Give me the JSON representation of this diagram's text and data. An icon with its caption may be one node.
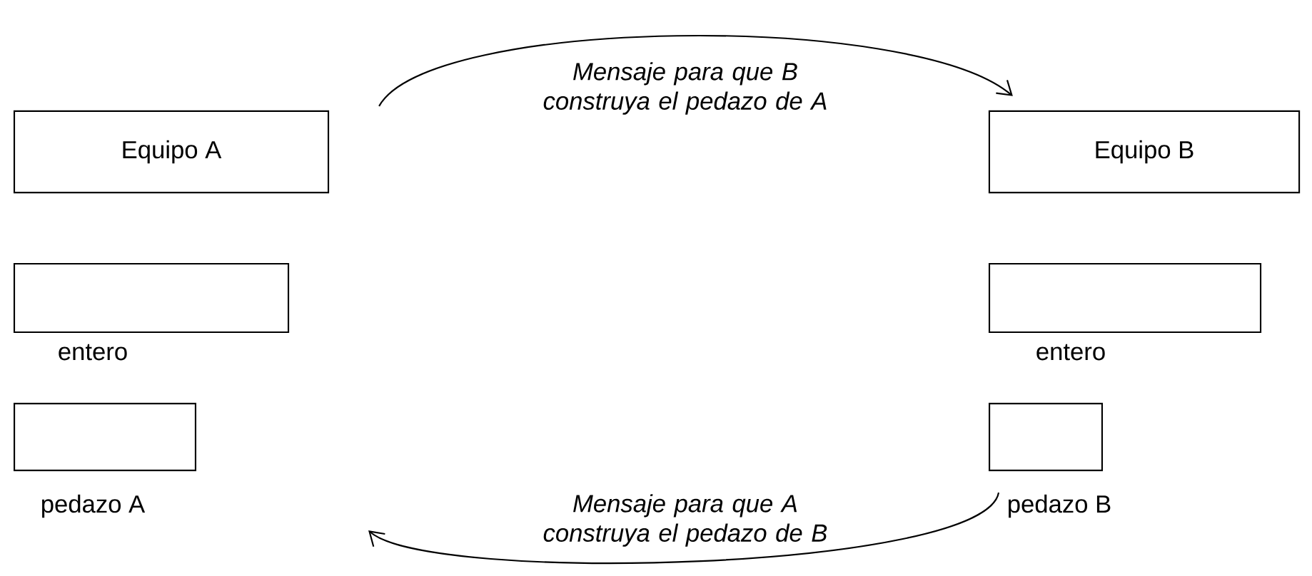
{
  "diagram": {
    "nodes": [
      {
        "text": [
          "Equipo A"
        ]
      },
      {
        "text": [
          "Equipo B"
        ]
      },
      {
        "text": [],
        "shape": "box",
        "beside": [
          "entero"
        ]
      },
      {
        "text": [],
        "shape": "box",
        "beside": [
          "entero"
        ]
      },
      {
        "text": [],
        "shape": "box",
        "beside": [
          "pedazo A"
        ]
      },
      {
        "text": [],
        "shape": "box",
        "beside": [
          "pedazo B"
        ]
      }
    ],
    "edges": [
      {
        "from": 0,
        "to": 1,
        "arrow": "to",
        "label": "Mensaje para que B construya el pedazo de A"
      },
      {
        "from": 5,
        "to": null,
        "arrow": "to",
        "label": "Mensaje para que A construya el pedazo de B"
      }
    ]
  }
}
